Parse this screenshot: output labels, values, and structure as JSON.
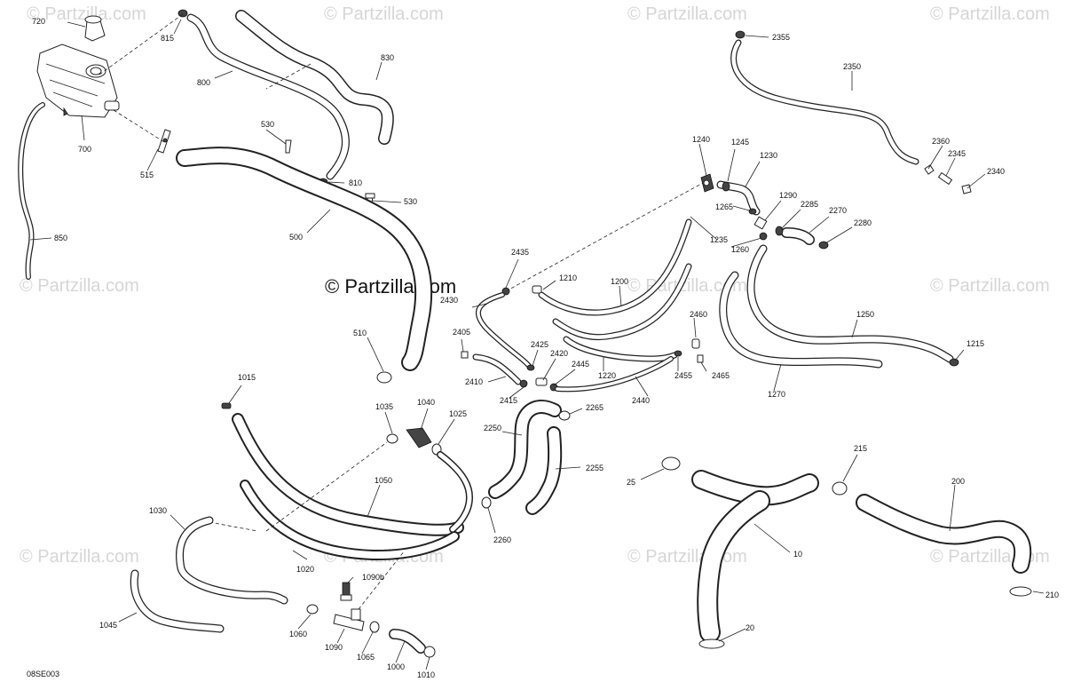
{
  "watermark": {
    "text": "© Partzilla.com",
    "center_text": "© Partzilla.com"
  },
  "diagram_code": "08SE003",
  "callouts": {
    "c720": "720",
    "c815": "815",
    "c800": "800",
    "c830": "830",
    "c700": "700",
    "c515": "515",
    "c530a": "530",
    "c530b": "530",
    "c810": "810",
    "c500": "500",
    "c850": "850",
    "c510": "510",
    "c2355": "2355",
    "c2350": "2350",
    "c2360": "2360",
    "c2345": "2345",
    "c2340": "2340",
    "c1240": "1240",
    "c1245": "1245",
    "c1230": "1230",
    "c1265": "1265",
    "c1290": "1290",
    "c2285": "2285",
    "c2270": "2270",
    "c2280": "2280",
    "c1235": "1235",
    "c1260": "1260",
    "c2435": "2435",
    "c1210": "1210",
    "c1200": "1200",
    "c2430": "2430",
    "c2460": "2460",
    "c1250": "1250",
    "c1215": "1215",
    "c2405": "2405",
    "c2425": "2425",
    "c2420": "2420",
    "c2445": "2445",
    "c2410": "2410",
    "c2415": "2415",
    "c1220": "1220",
    "c2455": "2455",
    "c2465": "2465",
    "c2440": "2440",
    "c1270": "1270",
    "c1015": "1015",
    "c1035": "1035",
    "c1040": "1040",
    "c1025": "1025",
    "c2265": "2265",
    "c2250": "2250",
    "c2255": "2255",
    "c1050": "1050",
    "c2260": "2260",
    "c1030": "1030",
    "c1020": "1020",
    "c1090b": "1090b",
    "c1045": "1045",
    "c1060": "1060",
    "c1090": "1090",
    "c1065": "1065",
    "c1000": "1000",
    "c1010": "1010",
    "c25": "25",
    "c10": "10",
    "c20": "20",
    "c215": "215",
    "c200": "200",
    "c210": "210"
  }
}
